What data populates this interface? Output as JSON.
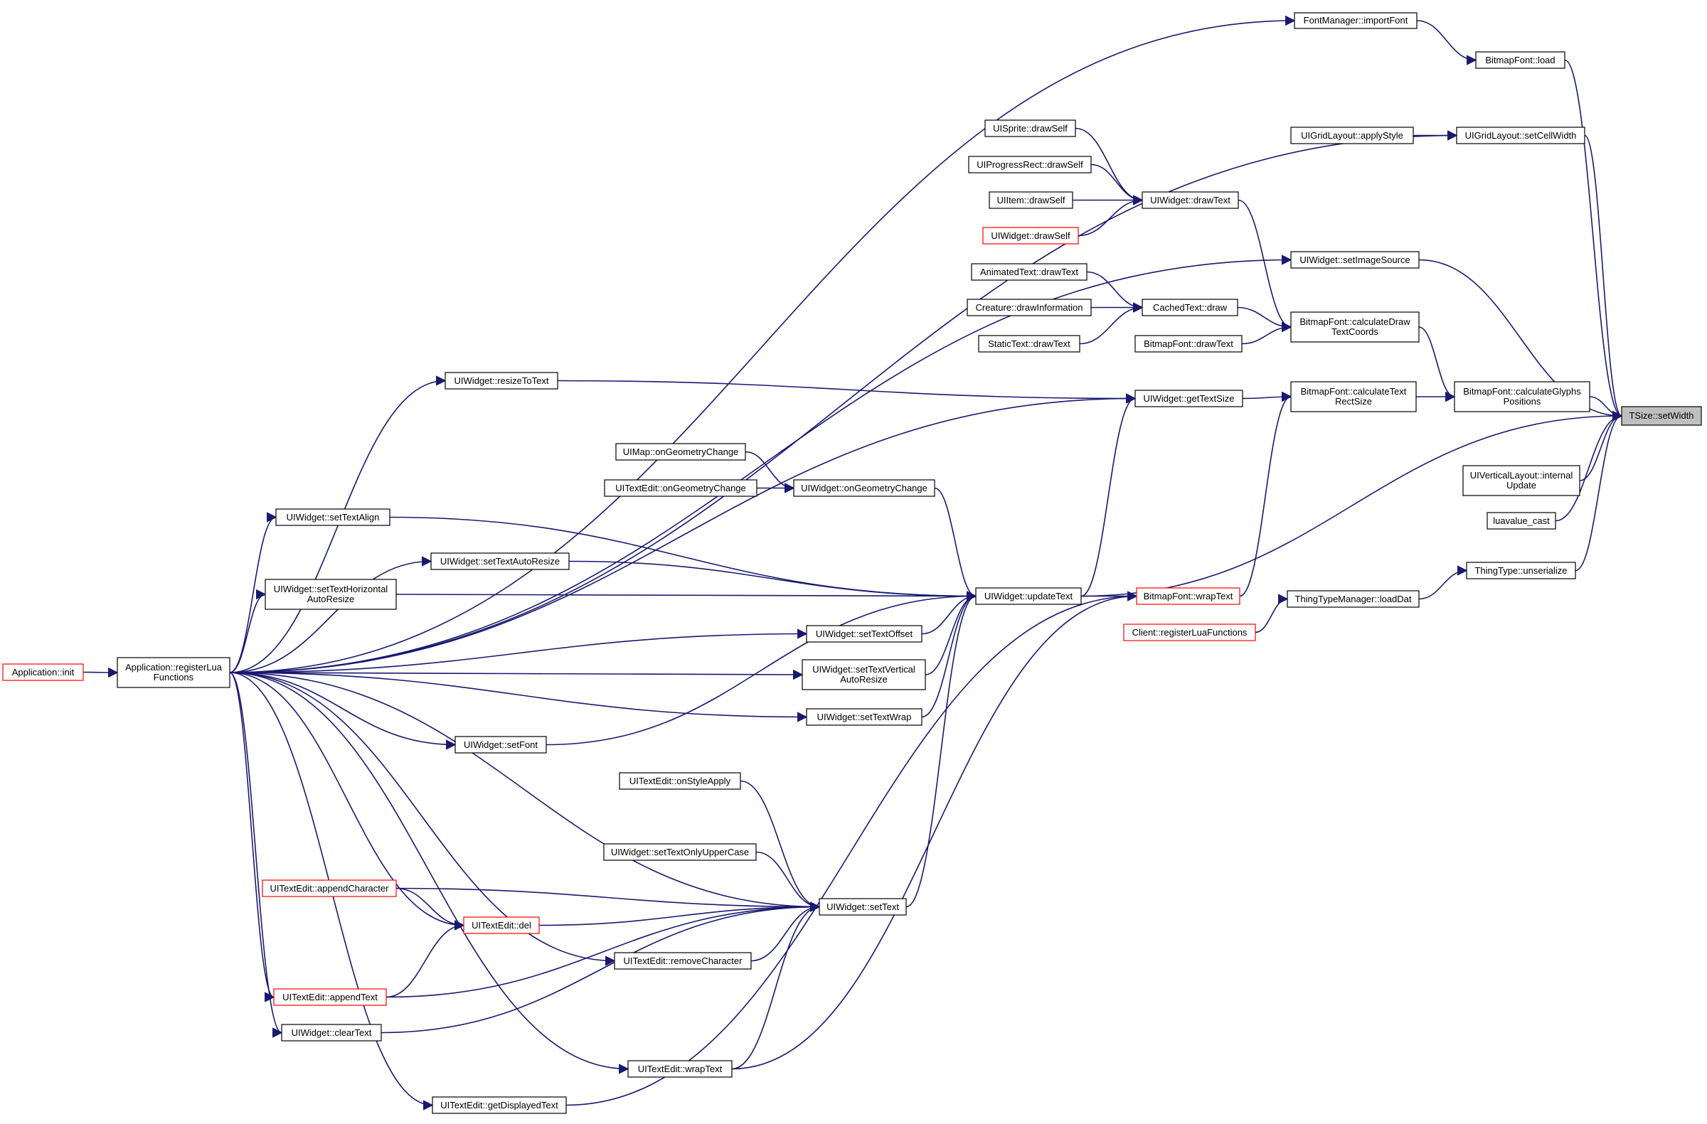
{
  "colors": {
    "edge": "#191970",
    "node_border": "#000000",
    "red_border": "#ff0000",
    "highlight_fill": "#bfbfbf",
    "background": "#ffffff"
  },
  "nodes": {
    "n1": {
      "label": "FontManager::importFont",
      "style": "normal"
    },
    "n2": {
      "label": "BitmapFont::load",
      "style": "normal"
    },
    "n3": {
      "label": "UIGridLayout::applyStyle",
      "style": "normal"
    },
    "n4": {
      "label": "UIGridLayout::setCellWidth",
      "style": "normal"
    },
    "n5": {
      "label": "UISprite::drawSelf",
      "style": "normal"
    },
    "n6": {
      "label": "UIProgressRect::drawSelf",
      "style": "normal"
    },
    "n7": {
      "label": "UIItem::drawSelf",
      "style": "normal"
    },
    "n8": {
      "label": "UIWidget::drawSelf",
      "style": "red"
    },
    "n9": {
      "label": "UIWidget::drawText",
      "style": "normal"
    },
    "n10": {
      "label": "UIWidget::setImageSource",
      "style": "normal"
    },
    "n11": {
      "label": "AnimatedText::drawText",
      "style": "normal"
    },
    "n12": {
      "label": "Creature::drawInformation",
      "style": "normal"
    },
    "n13": {
      "label": "StaticText::drawText",
      "style": "normal"
    },
    "n14": {
      "label": "CachedText::draw",
      "style": "normal"
    },
    "n15": {
      "label": "BitmapFont::drawText",
      "style": "normal"
    },
    "n16": {
      "label": "BitmapFont::calculateDraw\nTextCoords",
      "style": "normal"
    },
    "n17": {
      "label": "UIWidget::resizeToText",
      "style": "normal"
    },
    "n18": {
      "label": "UIWidget::getTextSize",
      "style": "normal"
    },
    "n19": {
      "label": "BitmapFont::calculateText\nRectSize",
      "style": "normal"
    },
    "n20": {
      "label": "BitmapFont::calculateGlyphs\nPositions",
      "style": "normal"
    },
    "n21": {
      "label": "TSize::setWidth",
      "style": "highlight"
    },
    "n22": {
      "label": "UIVerticalLayout::internal\nUpdate",
      "style": "normal"
    },
    "n23": {
      "label": "luavalue_cast",
      "style": "normal"
    },
    "n24": {
      "label": "ThingType::unserialize",
      "style": "normal"
    },
    "n25": {
      "label": "UIMap::onGeometryChange",
      "style": "normal"
    },
    "n26": {
      "label": "UITextEdit::onGeometryChange",
      "style": "normal"
    },
    "n27": {
      "label": "UIWidget::onGeometryChange",
      "style": "normal"
    },
    "n28": {
      "label": "UIWidget::setTextAlign",
      "style": "normal"
    },
    "n29": {
      "label": "UIWidget::setTextAutoResize",
      "style": "normal"
    },
    "n30": {
      "label": "UIWidget::setTextHorizontal\nAutoResize",
      "style": "normal"
    },
    "n31": {
      "label": "UIWidget::updateText",
      "style": "normal"
    },
    "n32": {
      "label": "BitmapFont::wrapText",
      "style": "red"
    },
    "n33": {
      "label": "ThingTypeManager::loadDat",
      "style": "normal"
    },
    "n34": {
      "label": "Client::registerLuaFunctions",
      "style": "red"
    },
    "n35": {
      "label": "UIWidget::setTextOffset",
      "style": "normal"
    },
    "n36": {
      "label": "Application::init",
      "style": "red"
    },
    "n37": {
      "label": "Application::registerLua\nFunctions",
      "style": "normal"
    },
    "n38": {
      "label": "UIWidget::setTextVertical\nAutoResize",
      "style": "normal"
    },
    "n39": {
      "label": "UIWidget::setTextWrap",
      "style": "normal"
    },
    "n40": {
      "label": "UIWidget::setFont",
      "style": "normal"
    },
    "n41": {
      "label": "UITextEdit::onStyleApply",
      "style": "normal"
    },
    "n42": {
      "label": "UIWidget::setTextOnlyUpperCase",
      "style": "normal"
    },
    "n43": {
      "label": "UITextEdit::appendCharacter",
      "style": "red"
    },
    "n44": {
      "label": "UIWidget::setText",
      "style": "normal"
    },
    "n45": {
      "label": "UITextEdit::del",
      "style": "red"
    },
    "n46": {
      "label": "UITextEdit::removeCharacter",
      "style": "normal"
    },
    "n47": {
      "label": "UITextEdit::appendText",
      "style": "red"
    },
    "n48": {
      "label": "UIWidget::clearText",
      "style": "normal"
    },
    "n49": {
      "label": "UITextEdit::wrapText",
      "style": "normal"
    },
    "n50": {
      "label": "UITextEdit::getDisplayedText",
      "style": "normal"
    }
  },
  "edges": [
    [
      "n37",
      "n1"
    ],
    [
      "n1",
      "n2"
    ],
    [
      "n2",
      "n21"
    ],
    [
      "n37",
      "n4"
    ],
    [
      "n3",
      "n4"
    ],
    [
      "n4",
      "n21"
    ],
    [
      "n37",
      "n10"
    ],
    [
      "n10",
      "n21"
    ],
    [
      "n5",
      "n9"
    ],
    [
      "n6",
      "n9"
    ],
    [
      "n7",
      "n9"
    ],
    [
      "n8",
      "n9"
    ],
    [
      "n9",
      "n16"
    ],
    [
      "n11",
      "n14"
    ],
    [
      "n12",
      "n14"
    ],
    [
      "n13",
      "n14"
    ],
    [
      "n14",
      "n16"
    ],
    [
      "n15",
      "n16"
    ],
    [
      "n16",
      "n20"
    ],
    [
      "n20",
      "n21"
    ],
    [
      "n37",
      "n17"
    ],
    [
      "n17",
      "n18"
    ],
    [
      "n37",
      "n18"
    ],
    [
      "n18",
      "n19"
    ],
    [
      "n19",
      "n20"
    ],
    [
      "n22",
      "n21"
    ],
    [
      "n23",
      "n21"
    ],
    [
      "n24",
      "n21"
    ],
    [
      "n33",
      "n24"
    ],
    [
      "n34",
      "n33"
    ],
    [
      "n31",
      "n21"
    ],
    [
      "n31",
      "n18"
    ],
    [
      "n31",
      "n32"
    ],
    [
      "n32",
      "n19"
    ],
    [
      "n25",
      "n27"
    ],
    [
      "n26",
      "n27"
    ],
    [
      "n27",
      "n31"
    ],
    [
      "n37",
      "n28"
    ],
    [
      "n28",
      "n31"
    ],
    [
      "n37",
      "n29"
    ],
    [
      "n29",
      "n31"
    ],
    [
      "n37",
      "n30"
    ],
    [
      "n30",
      "n31"
    ],
    [
      "n37",
      "n35"
    ],
    [
      "n35",
      "n31"
    ],
    [
      "n37",
      "n38"
    ],
    [
      "n38",
      "n31"
    ],
    [
      "n37",
      "n39"
    ],
    [
      "n39",
      "n31"
    ],
    [
      "n37",
      "n40"
    ],
    [
      "n40",
      "n31"
    ],
    [
      "n36",
      "n37"
    ],
    [
      "n37",
      "n44"
    ],
    [
      "n41",
      "n44"
    ],
    [
      "n42",
      "n44"
    ],
    [
      "n43",
      "n44"
    ],
    [
      "n43",
      "n45"
    ],
    [
      "n45",
      "n44"
    ],
    [
      "n46",
      "n44"
    ],
    [
      "n37",
      "n46"
    ],
    [
      "n37",
      "n45"
    ],
    [
      "n47",
      "n45"
    ],
    [
      "n37",
      "n47"
    ],
    [
      "n47",
      "n44"
    ],
    [
      "n37",
      "n48"
    ],
    [
      "n48",
      "n44"
    ],
    [
      "n49",
      "n44"
    ],
    [
      "n37",
      "n49"
    ],
    [
      "n37",
      "n50"
    ],
    [
      "n50",
      "n32"
    ],
    [
      "n49",
      "n32"
    ],
    [
      "n44",
      "n31"
    ]
  ]
}
